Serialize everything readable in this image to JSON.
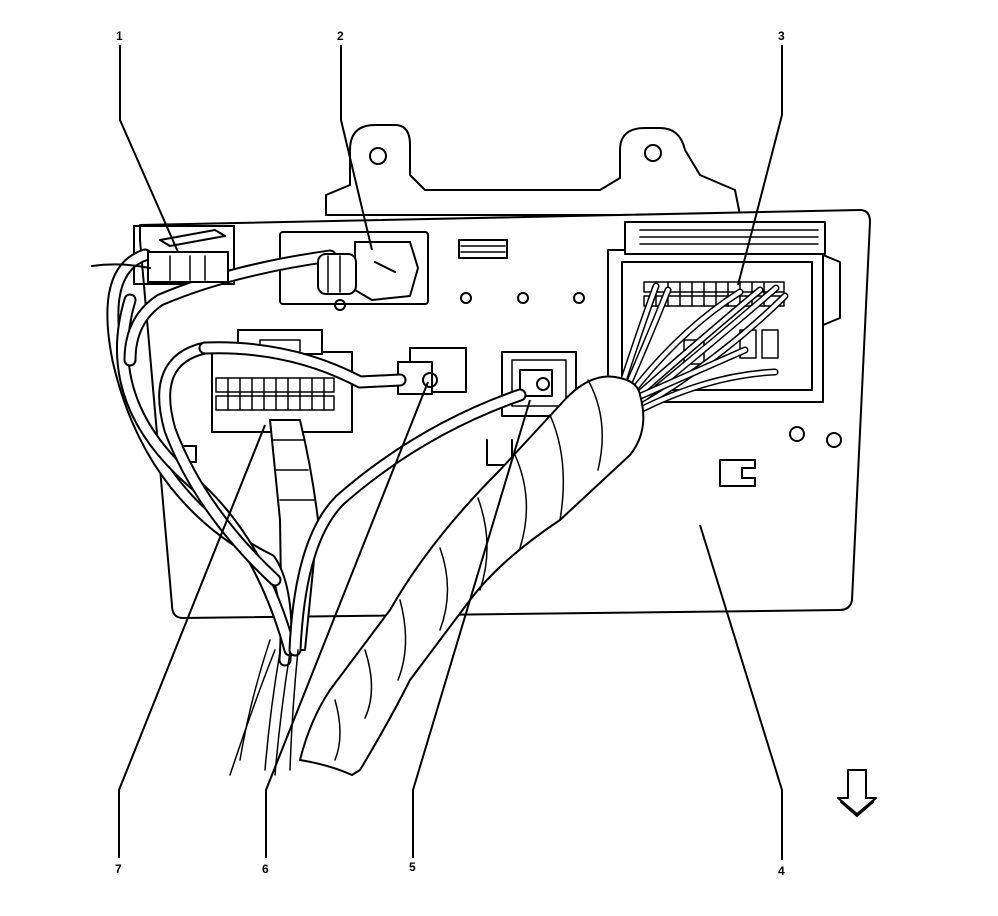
{
  "callouts": [
    {
      "id": "1",
      "label": "1"
    },
    {
      "id": "2",
      "label": "2"
    },
    {
      "id": "3",
      "label": "3"
    },
    {
      "id": "4",
      "label": "4"
    },
    {
      "id": "5",
      "label": "5"
    },
    {
      "id": "6",
      "label": "6"
    },
    {
      "id": "7",
      "label": "7"
    }
  ],
  "view_indicator": "down-arrow-icon"
}
